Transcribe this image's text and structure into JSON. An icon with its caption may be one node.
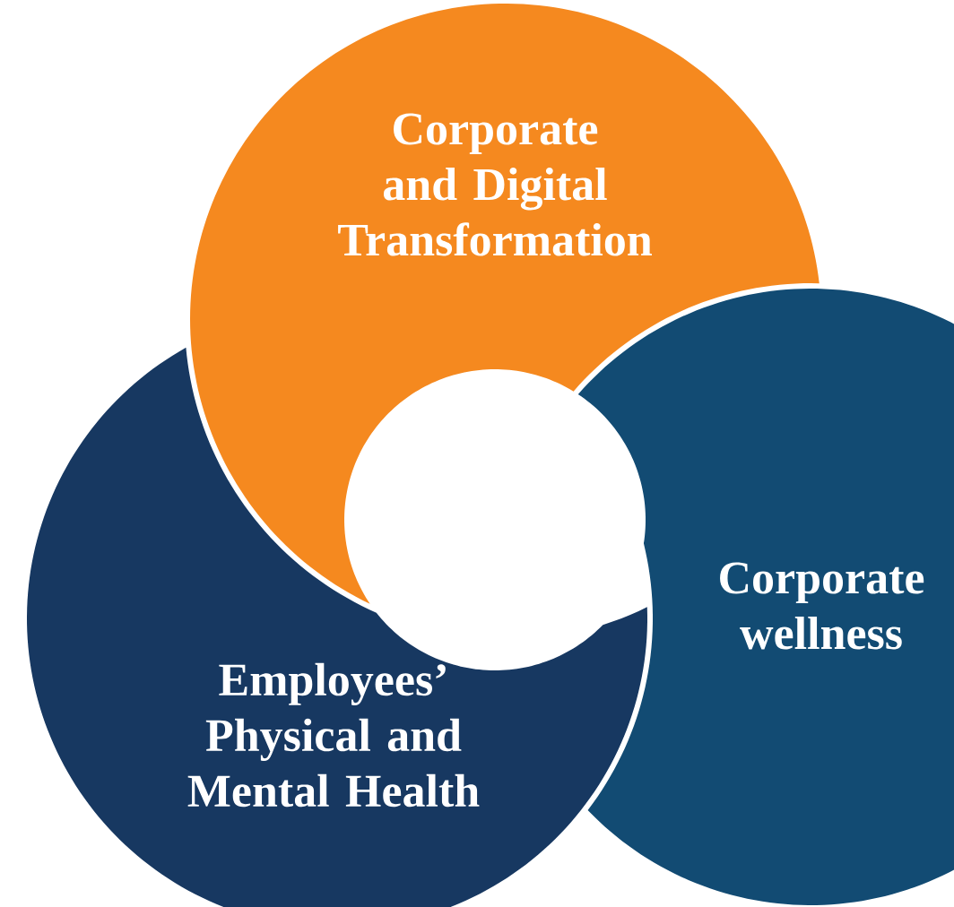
{
  "diagram": {
    "nodes": [
      {
        "text": [
          "Corporate and Digital Transformation"
        ]
      },
      {
        "text": [
          "Corporate wellness"
        ]
      },
      {
        "text": [
          "Employees’ Physical and Mental Health"
        ]
      }
    ]
  }
}
